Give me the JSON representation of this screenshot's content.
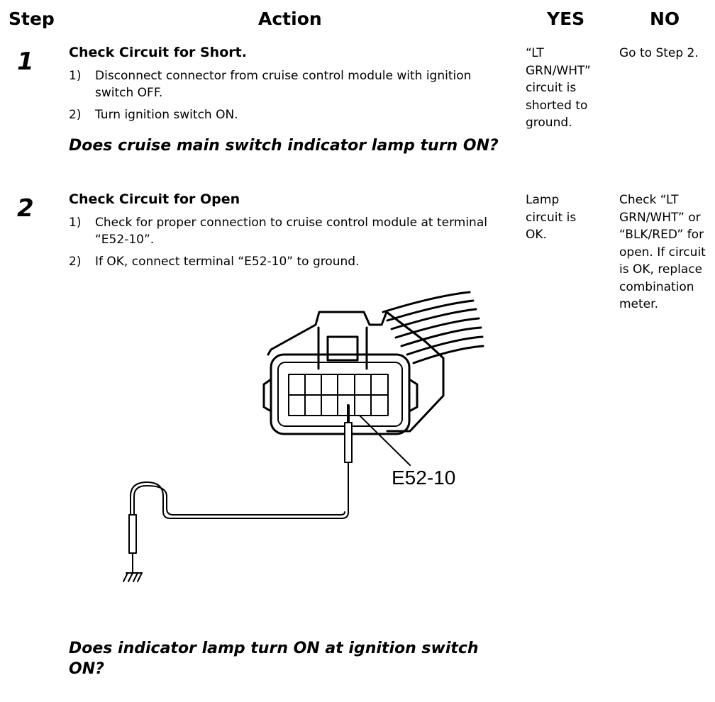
{
  "headers": {
    "step": "Step",
    "action": "Action",
    "yes": "YES",
    "no": "NO"
  },
  "steps": [
    {
      "number": "1",
      "title": "Check Circuit for Short.",
      "substeps": [
        {
          "n": "1)",
          "text": "Disconnect connector from cruise control module with ignition switch OFF."
        },
        {
          "n": "2)",
          "text": "Turn ignition switch ON."
        }
      ],
      "question": "Does cruise main switch indicator lamp turn ON?",
      "yes": "“LT GRN/WHT” circuit is shorted to ground.",
      "no": "Go to Step 2."
    },
    {
      "number": "2",
      "title": "Check Circuit for Open",
      "substeps": [
        {
          "n": "1)",
          "text": "Check for proper connection to cruise control module at terminal “E52-10”."
        },
        {
          "n": "2)",
          "text": "If OK, connect terminal “E52-10” to ground."
        }
      ],
      "figure_label": "E52-10",
      "question": "Does indicator lamp turn ON at ignition switch ON?",
      "yes": "Lamp circuit is OK.",
      "no": "Check “LT GRN/WHT” or “BLK/RED” for open. If circuit is OK, replace combination meter."
    }
  ]
}
